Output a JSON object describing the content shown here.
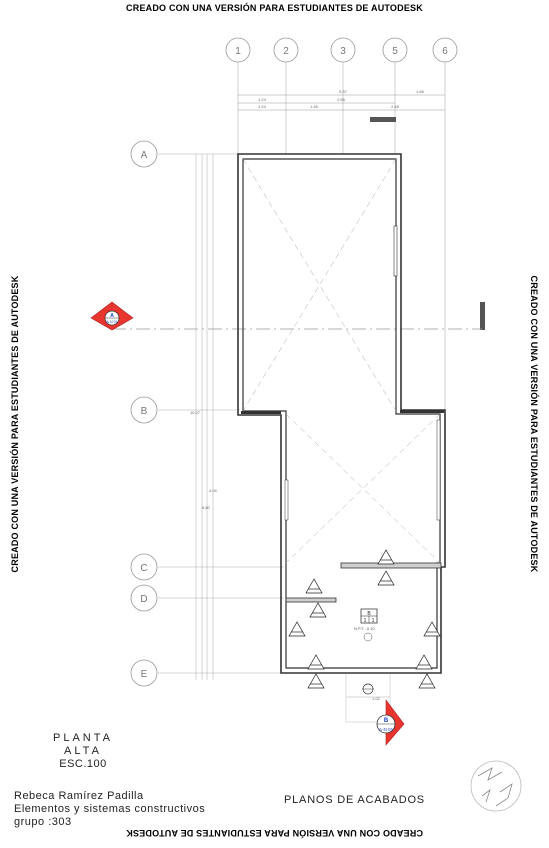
{
  "watermark": {
    "top": "CREADO CON UNA VERSIÓN PARA ESTUDIANTES DE AUTODESK",
    "left": "CREADO CON UNA VERSIÓN PARA ESTUDIANTES DE AUTODESK",
    "right": "CREADO CON UNA VERSIÓN PARA ESTUDIANTES DE AUTODESK",
    "bottom": "CREADO CON UNA VERSIÓN PARA ESTUDIANTES DE AUTODESK"
  },
  "grid": {
    "columns": [
      "1",
      "2",
      "3",
      "5",
      "6"
    ],
    "rows": [
      "A",
      "B",
      "C",
      "D",
      "E"
    ]
  },
  "section_marks": {
    "a": {
      "letter": "A",
      "sheet": "A-N 01"
    },
    "b": {
      "letter": "B",
      "sheet": "A-N 01"
    }
  },
  "dimensions": {
    "top_total": "5.37",
    "top_right": "1.66",
    "mid_a": "1.24",
    "mid_b": "2.55",
    "low_a": "1.24",
    "low_b": "1.46",
    "low_c": "2.48",
    "left_b": "10.27",
    "left_c": "4.04",
    "left_d": "6.80",
    "level": "N.P.T. -0.10",
    "stair": "1.02"
  },
  "finish_tag": {
    "top": "B",
    "bottom_left": "1",
    "bottom_right": "1"
  },
  "title_block": {
    "plan_line1": "PLANTA",
    "plan_line2": "ALTA",
    "scale": "ESC.100",
    "author": "Rebeca Ramírez Padilla",
    "course": "Elementos y sistemas constructivos",
    "group": "grupo :303",
    "sheet_title": "PLANOS DE ACABADOS"
  },
  "colors": {
    "section_red": "#e8352e",
    "section_blue": "#1a3fd1",
    "wall_fill": "#cfcfcf",
    "grid": "#9a9a9a"
  }
}
